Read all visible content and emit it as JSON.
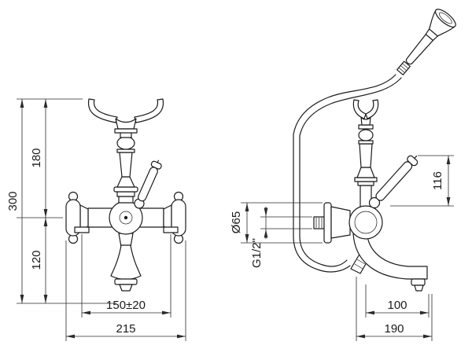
{
  "front_view": {
    "dims": {
      "total_height": "300",
      "upper": "180",
      "lower": "120",
      "inlet_centers": "150±20",
      "width": "215"
    }
  },
  "side_view": {
    "dims": {
      "flange_diameter": "Ø65",
      "thread": "G1/2\"",
      "lever_height": "116",
      "spout_reach": "100",
      "depth": "190"
    }
  }
}
